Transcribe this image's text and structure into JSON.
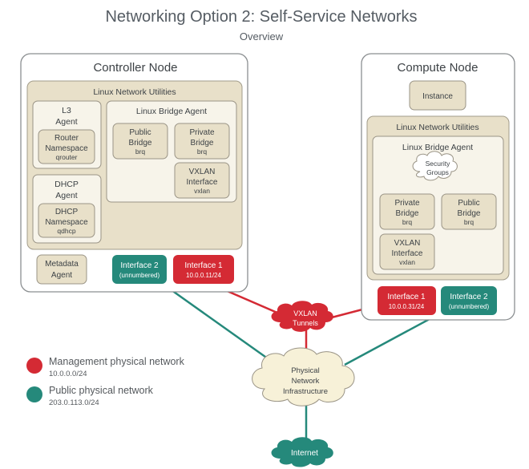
{
  "title": "Networking Option 2: Self-Service Networks",
  "subtitle": "Overview",
  "colors": {
    "management": "#d42a34",
    "public": "#25897b",
    "node_fill": "#ffffff",
    "util_fill": "#e8e0c9",
    "box_fill": "#f7f4ea",
    "border": "#8b8f91"
  },
  "controller": {
    "title": "Controller Node",
    "utils_title": "Linux Network Utilities",
    "l3_agent": {
      "title_line1": "L3",
      "title_line2": "Agent",
      "ns_line1": "Router",
      "ns_line2": "Namespace",
      "ns_sub": "qrouter"
    },
    "dhcp_agent": {
      "title_line1": "DHCP",
      "title_line2": "Agent",
      "ns_line1": "DHCP",
      "ns_line2": "Namespace",
      "ns_sub": "qdhcp"
    },
    "bridge_agent": {
      "title": "Linux Bridge Agent",
      "public_bridge": {
        "line1": "Public",
        "line2": "Bridge",
        "sub": "brq"
      },
      "private_bridge": {
        "line1": "Private",
        "line2": "Bridge",
        "sub": "brq"
      },
      "vxlan": {
        "line1": "VXLAN",
        "line2": "Interface",
        "sub": "vxlan"
      }
    },
    "metadata_agent": {
      "line1": "Metadata",
      "line2": "Agent"
    },
    "interface2": {
      "label": "Interface 2",
      "sub": "(unnumbered)"
    },
    "interface1": {
      "label": "Interface 1",
      "sub": "10.0.0.11/24"
    }
  },
  "compute": {
    "title": "Compute Node",
    "instance": "Instance",
    "utils_title": "Linux Network Utilities",
    "bridge_agent": {
      "title": "Linux Bridge Agent",
      "security_groups": {
        "line1": "Security",
        "line2": "Groups"
      },
      "private_bridge": {
        "line1": "Private",
        "line2": "Bridge",
        "sub": "brq"
      },
      "public_bridge": {
        "line1": "Public",
        "line2": "Bridge",
        "sub": "brq"
      },
      "vxlan": {
        "line1": "VXLAN",
        "line2": "Interface",
        "sub": "vxlan"
      }
    },
    "interface1": {
      "label": "Interface 1",
      "sub": "10.0.0.31/24"
    },
    "interface2": {
      "label": "Interface 2",
      "sub": "(unnumbered)"
    }
  },
  "clouds": {
    "vxlan": {
      "line1": "VXLAN",
      "line2": "Tunnels"
    },
    "physical": {
      "line1": "Physical",
      "line2": "Network",
      "line3": "Infrastructure"
    },
    "internet": {
      "label": "Internet"
    }
  },
  "legend": [
    {
      "label": "Management physical network",
      "sub": "10.0.0.0/24",
      "color": "#d42a34"
    },
    {
      "label": "Public physical network",
      "sub": "203.0.113.0/24",
      "color": "#25897b"
    }
  ]
}
